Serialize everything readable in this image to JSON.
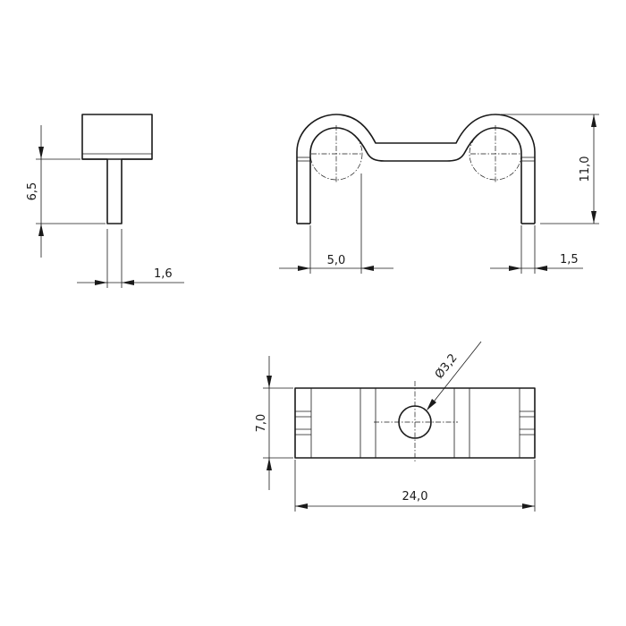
{
  "dimensions": {
    "side_height": "6,5",
    "side_thickness": "1,6",
    "front_hole_spacing": "5,0",
    "front_height": "11,0",
    "front_wall": "1,5",
    "top_height": "7,0",
    "top_length": "24,0",
    "hole_diameter": "Ø3,2"
  }
}
